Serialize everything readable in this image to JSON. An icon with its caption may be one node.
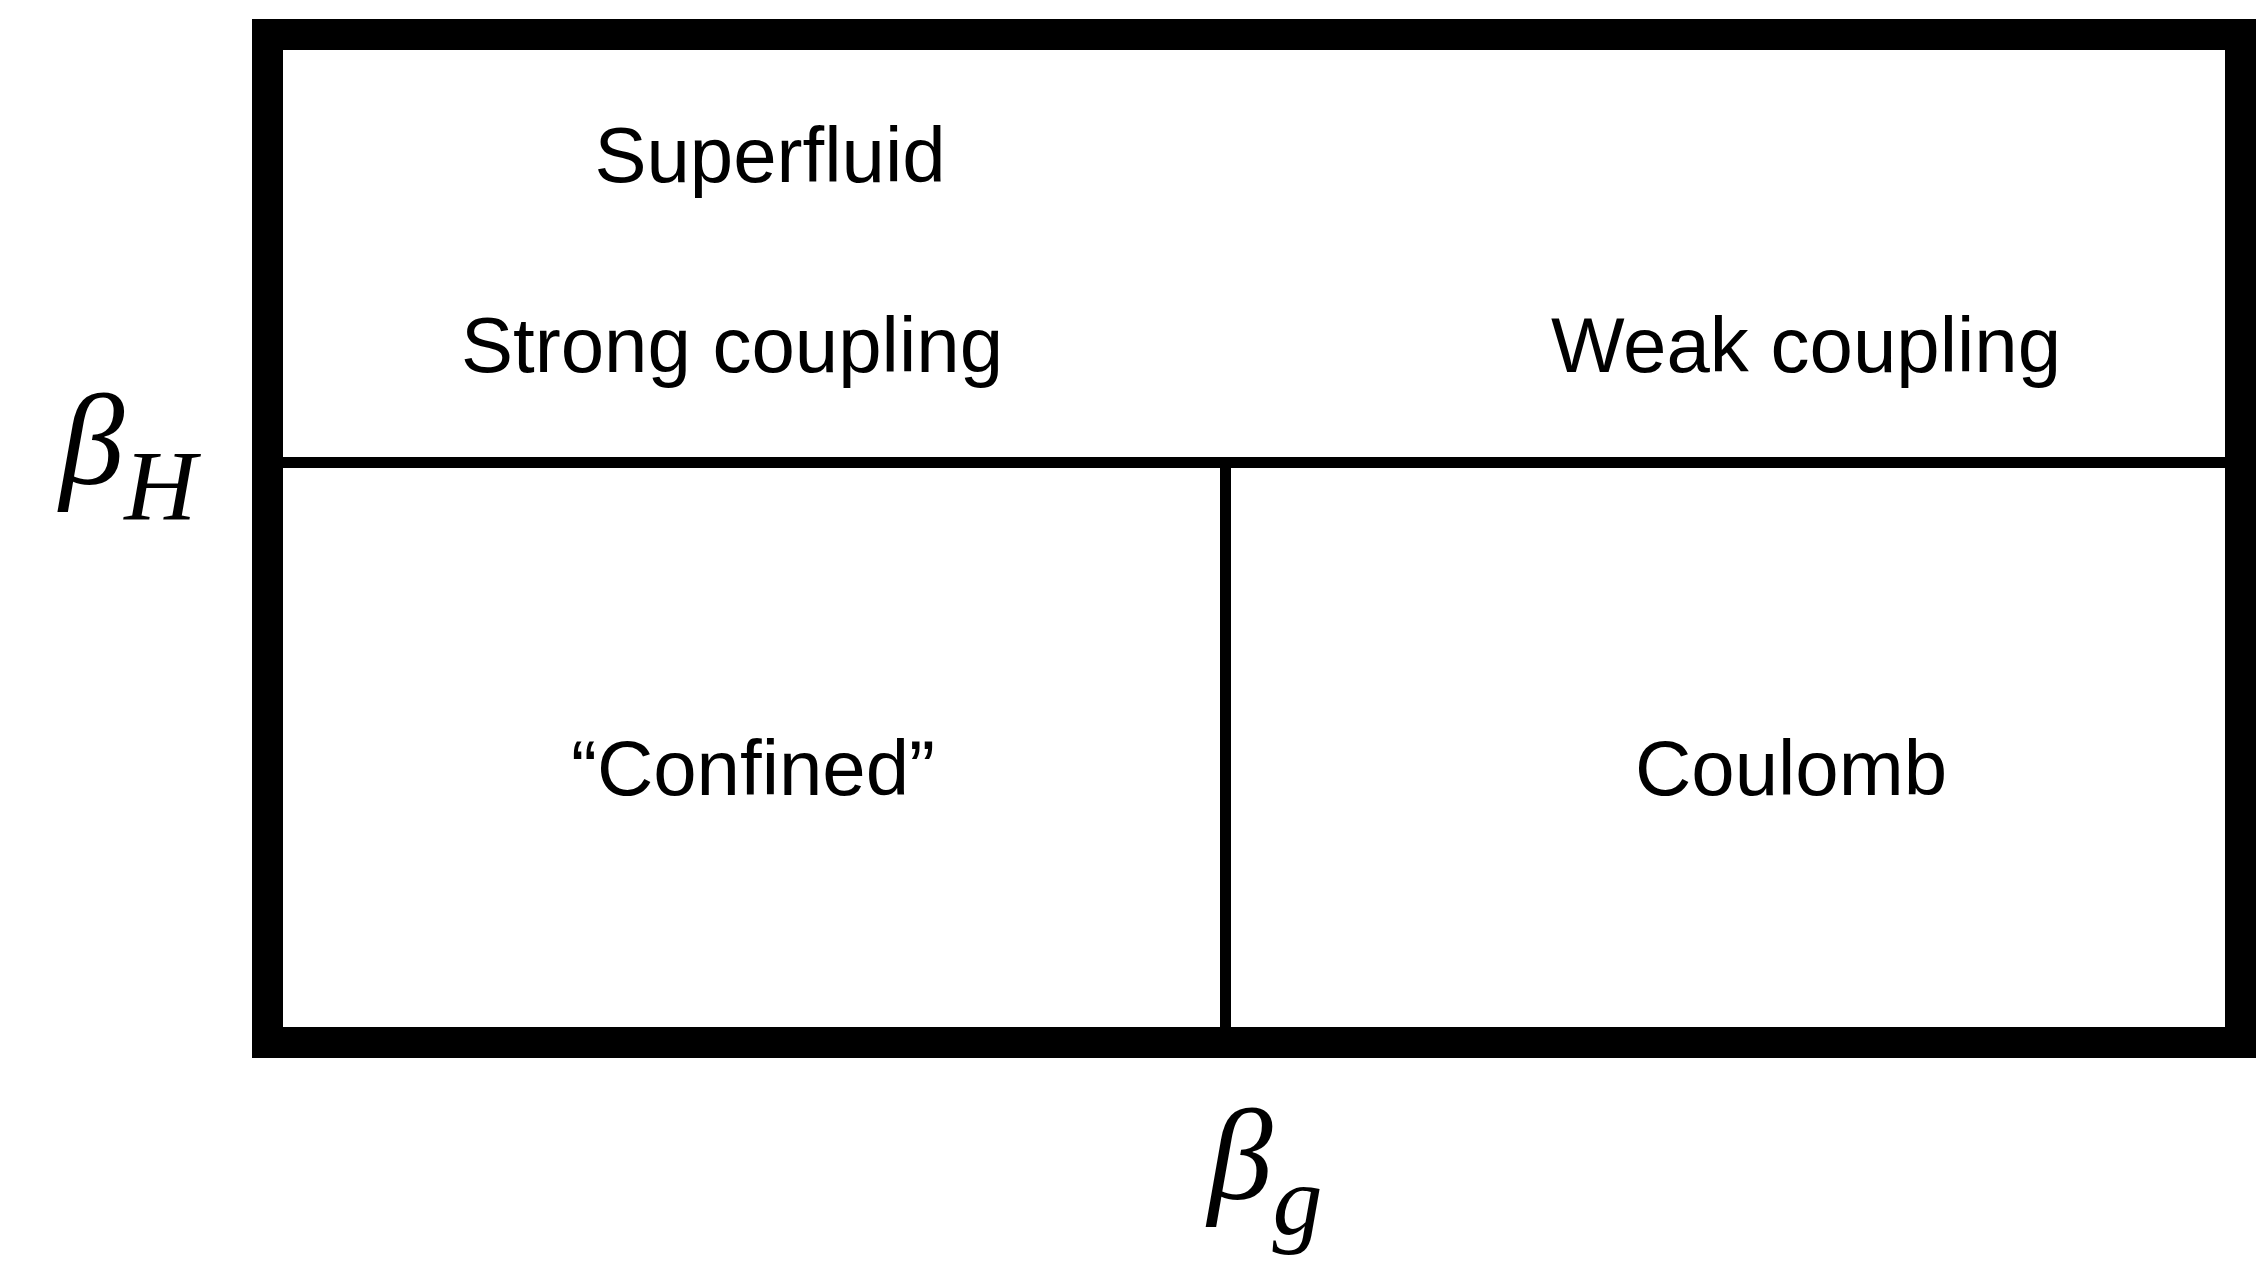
{
  "diagram": {
    "nodes": [
      {
        "text": [
          "Superfluid"
        ]
      },
      {
        "text": [
          "“Confined”"
        ]
      },
      {
        "text": [
          "Coulomb"
        ]
      }
    ],
    "edges": [],
    "labels": [
      "Strong coupling",
      "Weak coupling",
      "β$_{H}$",
      "β$_{g}$"
    ]
  }
}
